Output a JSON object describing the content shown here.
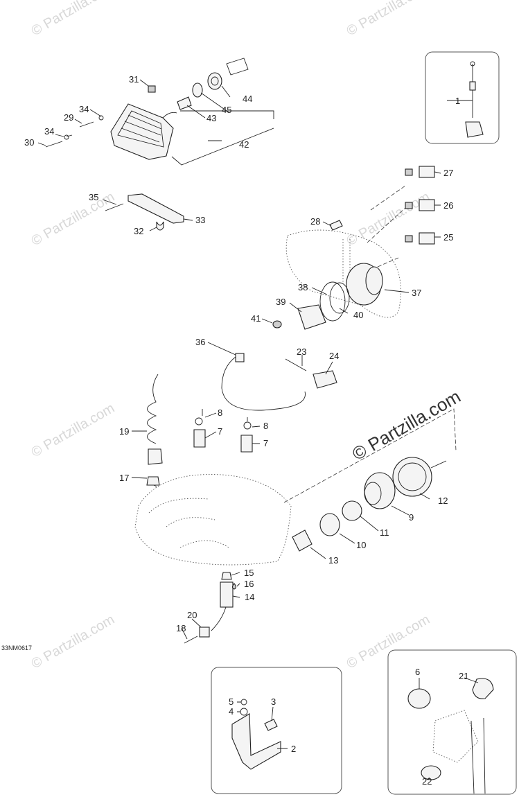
{
  "diagram_code": "33NM0617",
  "watermark": "© Partzilla.com",
  "callouts": [
    {
      "id": "c1",
      "label": "1"
    },
    {
      "id": "c2",
      "label": "2"
    },
    {
      "id": "c3",
      "label": "3"
    },
    {
      "id": "c4",
      "label": "4"
    },
    {
      "id": "c5",
      "label": "5"
    },
    {
      "id": "c6",
      "label": "6"
    },
    {
      "id": "c7a",
      "label": "7"
    },
    {
      "id": "c7b",
      "label": "7"
    },
    {
      "id": "c8a",
      "label": "8"
    },
    {
      "id": "c8b",
      "label": "8"
    },
    {
      "id": "c9",
      "label": "9"
    },
    {
      "id": "c10",
      "label": "10"
    },
    {
      "id": "c11",
      "label": "11"
    },
    {
      "id": "c12",
      "label": "12"
    },
    {
      "id": "c13",
      "label": "13"
    },
    {
      "id": "c14",
      "label": "14"
    },
    {
      "id": "c15",
      "label": "15"
    },
    {
      "id": "c16",
      "label": "16"
    },
    {
      "id": "c17",
      "label": "17"
    },
    {
      "id": "c18",
      "label": "18"
    },
    {
      "id": "c19",
      "label": "19"
    },
    {
      "id": "c20",
      "label": "20"
    },
    {
      "id": "c21",
      "label": "21"
    },
    {
      "id": "c22",
      "label": "22"
    },
    {
      "id": "c23",
      "label": "23"
    },
    {
      "id": "c24",
      "label": "24"
    },
    {
      "id": "c25",
      "label": "25"
    },
    {
      "id": "c26",
      "label": "26"
    },
    {
      "id": "c27",
      "label": "27"
    },
    {
      "id": "c28",
      "label": "28"
    },
    {
      "id": "c29",
      "label": "29"
    },
    {
      "id": "c30",
      "label": "30"
    },
    {
      "id": "c31",
      "label": "31"
    },
    {
      "id": "c32",
      "label": "32"
    },
    {
      "id": "c33",
      "label": "33"
    },
    {
      "id": "c34a",
      "label": "34"
    },
    {
      "id": "c34b",
      "label": "34"
    },
    {
      "id": "c35",
      "label": "35"
    },
    {
      "id": "c36",
      "label": "36"
    },
    {
      "id": "c37",
      "label": "37"
    },
    {
      "id": "c38",
      "label": "38"
    },
    {
      "id": "c39",
      "label": "39"
    },
    {
      "id": "c40",
      "label": "40"
    },
    {
      "id": "c41",
      "label": "41"
    },
    {
      "id": "c42",
      "label": "42"
    },
    {
      "id": "c43",
      "label": "43"
    },
    {
      "id": "c44",
      "label": "44"
    },
    {
      "id": "c45",
      "label": "45"
    }
  ]
}
